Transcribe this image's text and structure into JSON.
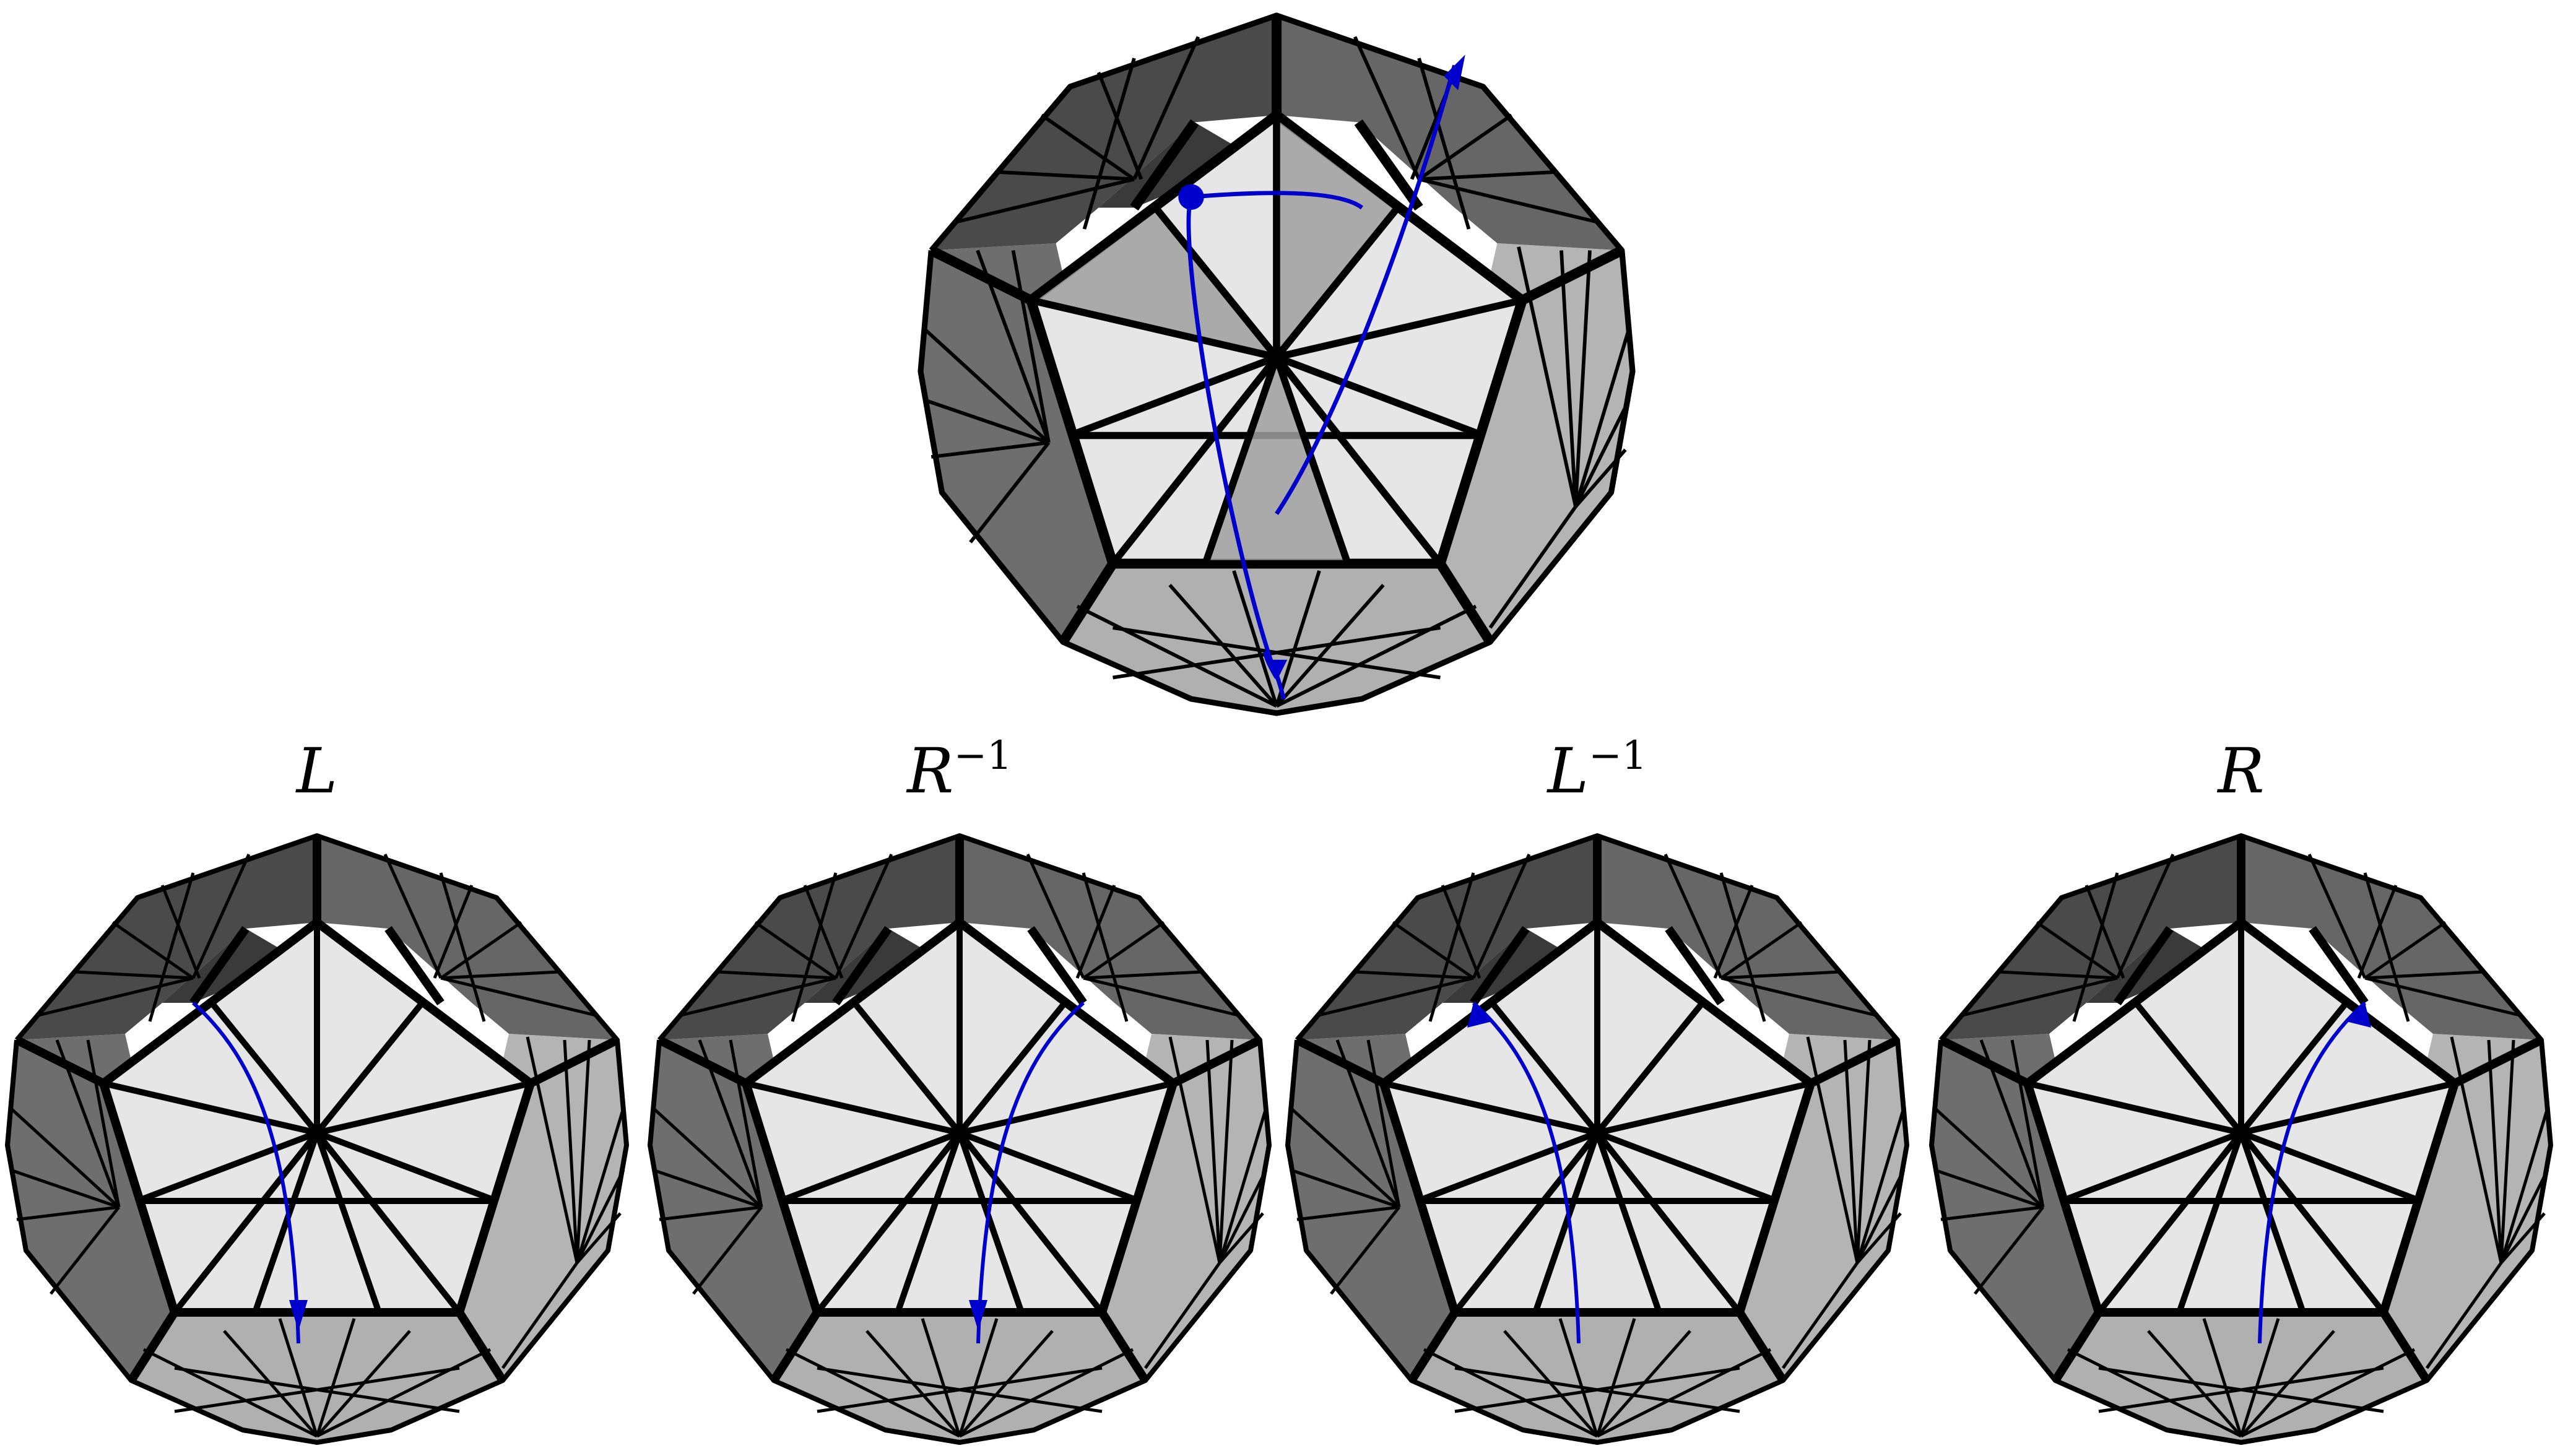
{
  "figure": {
    "panels": [
      {
        "id": "top",
        "label": "",
        "label_sup": "",
        "path": "tour"
      },
      {
        "id": "p1",
        "label": "L",
        "label_sup": "",
        "path": "down-left"
      },
      {
        "id": "p2",
        "label": "R",
        "label_sup": "−1",
        "path": "down-right"
      },
      {
        "id": "p3",
        "label": "L",
        "label_sup": "−1",
        "path": "up-left"
      },
      {
        "id": "p4",
        "label": "R",
        "label_sup": "",
        "path": "up-right"
      }
    ]
  },
  "colors": {
    "face_light": "#e6e6e6",
    "face_highlight": "#a0a0a0",
    "face_dark": "#4a4a4a",
    "face_darker": "#3a3a3a",
    "face_mid": "#757575",
    "face_side_light": "#b4b4b4",
    "edge": "#000000",
    "path": "#0000cc"
  },
  "icons": [
    "dodecahedron-icon",
    "arrow-head-icon",
    "dot-icon"
  ]
}
